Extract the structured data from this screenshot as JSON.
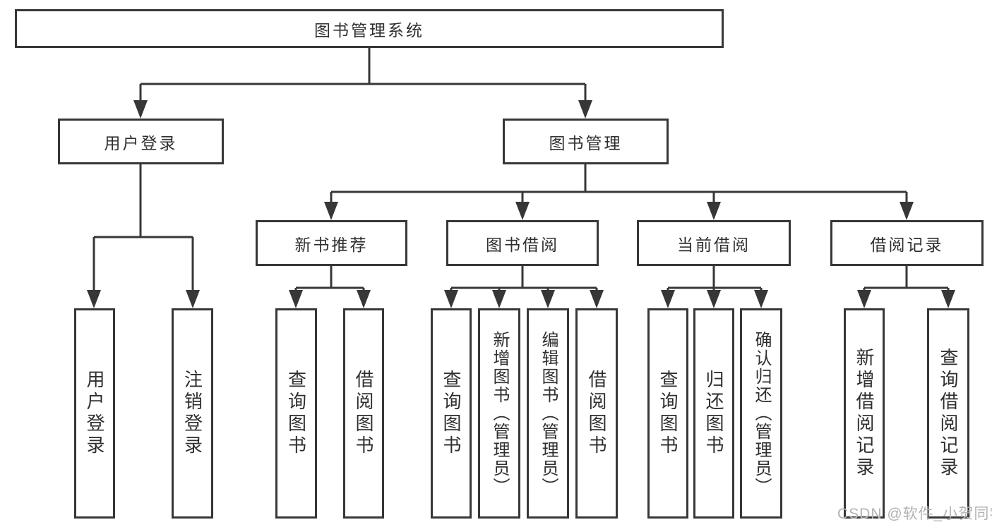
{
  "colors": {
    "line": "#373737",
    "text": "#2f2f2f",
    "watermark": "#b2b2b2",
    "background": "#ffffff"
  },
  "watermark": {
    "text": "CSDN @软件_小贺同学"
  },
  "diagram": {
    "type": "hierarchy-tree",
    "root": {
      "label": "图书管理系统"
    },
    "branches": [
      {
        "label": "用户登录",
        "children": [
          {
            "label": "用户登录"
          },
          {
            "label": "注销登录"
          }
        ]
      },
      {
        "label": "图书管理",
        "children": [
          {
            "label": "新书推荐",
            "children": [
              {
                "label": "查询图书"
              },
              {
                "label": "借阅图书"
              }
            ]
          },
          {
            "label": "图书借阅",
            "children": [
              {
                "label": "查询图书"
              },
              {
                "label": "新增图书（管理员）"
              },
              {
                "label": "编辑图书（管理员）"
              },
              {
                "label": "借阅图书"
              }
            ]
          },
          {
            "label": "当前借阅",
            "children": [
              {
                "label": "查询图书"
              },
              {
                "label": "归还图书"
              },
              {
                "label": "确认归还（管理员）"
              }
            ]
          },
          {
            "label": "借阅记录",
            "children": [
              {
                "label": "新增借阅记录"
              },
              {
                "label": "查询借阅记录"
              }
            ]
          }
        ]
      }
    ]
  }
}
